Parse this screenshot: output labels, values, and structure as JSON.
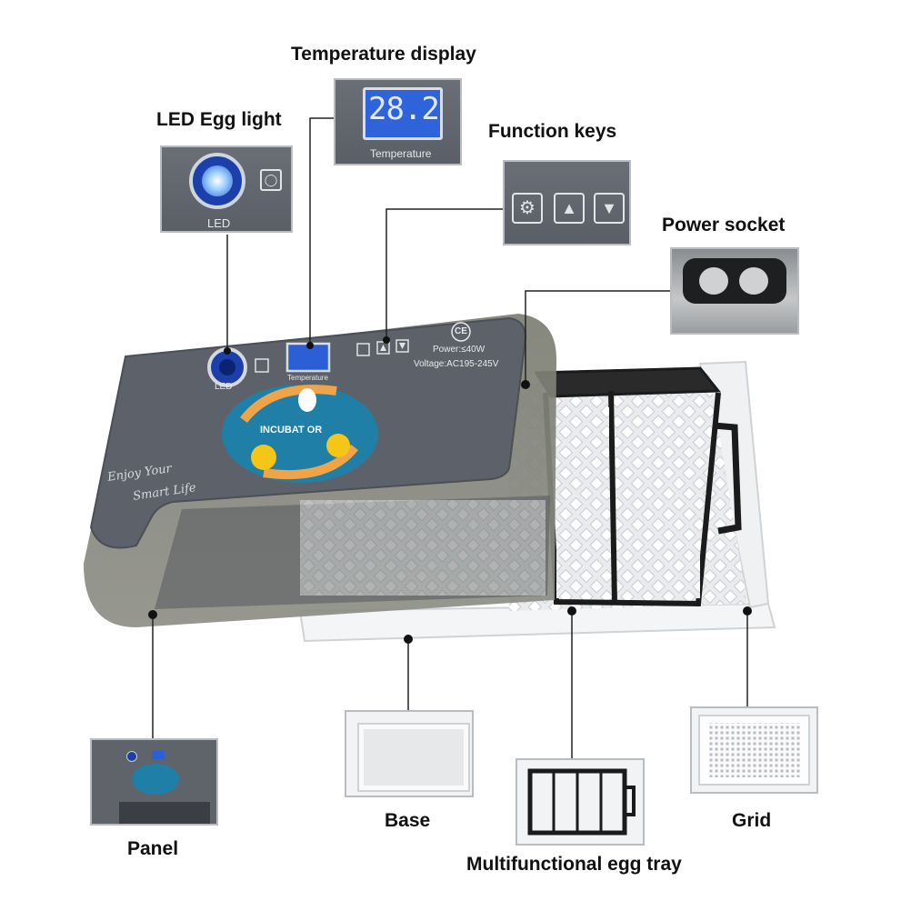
{
  "callouts": {
    "temperature_display": "Temperature display",
    "led_egg_light": "LED Egg light",
    "function_keys": "Function keys",
    "power_socket": "Power socket",
    "panel": "Panel",
    "base": "Base",
    "grid": "Grid",
    "egg_tray": "Multifunctional egg tray"
  },
  "display": {
    "reading": "28.2",
    "caption": "Temperature"
  },
  "led": {
    "caption": "LED"
  },
  "device": {
    "brand": "INCUBAT OR",
    "ce_mark": "CE",
    "power": "Power:≤40W",
    "voltage": "Voltage:AC195-245V",
    "slogan_line1": "Enjoy Your",
    "slogan_line2": "Smart Life",
    "led_caption": "LED",
    "temp_caption": "Temperature"
  },
  "colors": {
    "panel": "#5d626a",
    "lcd": "#2c5fd6",
    "badge": "#1f7fa6",
    "egg_arrows": "#f0a44a",
    "tray": "#1b1b1b"
  },
  "icons": [
    "bulb-icon",
    "gear-icon",
    "up-arrow-icon",
    "down-arrow-icon",
    "egg-icon",
    "chick-icon"
  ]
}
